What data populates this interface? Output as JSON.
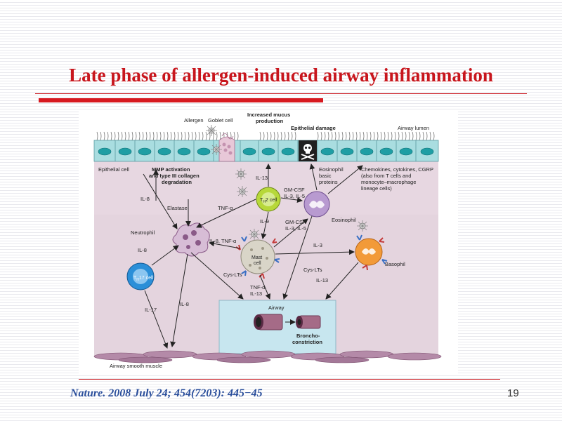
{
  "slide": {
    "title": "Late phase of allergen-induced airway inflammation",
    "citation": "Nature. 2008 July 24; 454(7203): 445−45",
    "page_number": "19"
  },
  "diagram": {
    "labels": {
      "allergen": "Allergen",
      "goblet_cell": "Goblet cell",
      "mucus_1": "Increased mucus",
      "mucus_2": "production",
      "epithelial_damage": "Epithelial damage",
      "airway_lumen": "Airway lumen",
      "epithelial_cell": "Epithelial cell",
      "mmp_1": "MMP activation",
      "mmp_2": "and type III collagen",
      "mmp_3": "degradation",
      "eos_basic_1": "Eosinophil",
      "eos_basic_2": "basic",
      "eos_basic_3": "proteins",
      "chemokines_1": "Chemokines, cytokines, CGRP",
      "chemokines_2": "(also from T cells and",
      "chemokines_3": "monocyte–macrophage",
      "chemokines_4": "lineage cells)",
      "il13_top": "IL-13",
      "gmcsf_1a": "GM-CSF",
      "gmcsf_1b": "IL-3, IL-5",
      "il8_left": "IL-8",
      "elastase": "Elastase",
      "tnfa": "TNF-α",
      "th2_main": "T",
      "th2_sub": "H",
      "th2_tail": "2 cell",
      "eosinophil": "Eosinophil",
      "il9": "IL-9",
      "gmcsf_2a": "GM-CSF",
      "gmcsf_2b": "IL-3, IL-5",
      "neutrophil": "Neutrophil",
      "il8_neut": "IL-8",
      "il8_tnfa": "IL-8, TNF-α",
      "mast_1": "Mast",
      "mast_2": "cell",
      "il3": "IL-3",
      "basophil": "Basophil",
      "th17_main": "T",
      "th17_sub": "H",
      "th17_tail": "17 cell",
      "cys_lts_1": "Cys-LTs",
      "cys_lts_2": "Cys-LTs",
      "il13_baso": "IL-13",
      "tnfa_il13_1": "TNF-α,",
      "tnfa_il13_2": "IL-13",
      "il17": "IL-17",
      "il8_bottom": "IL-8",
      "airway": "Airway",
      "broncho_1": "Broncho-",
      "broncho_2": "constriction",
      "smooth_muscle": "Airway smooth muscle"
    },
    "colors": {
      "tissue_background": "#e4d4de",
      "epithelium": "#a9dde0",
      "nucleus": "#1f9ea4",
      "th2_cell": "#b7d83a",
      "eosinophil": "#b89ad0",
      "mast_cell": "#d9d5c8",
      "basophil": "#f29a38",
      "th17_cell": "#2b8fd8",
      "neutrophil": "#d7bdd6",
      "smooth_muscle": "#b48aa8",
      "airway_box": "#c7e6ef"
    }
  }
}
